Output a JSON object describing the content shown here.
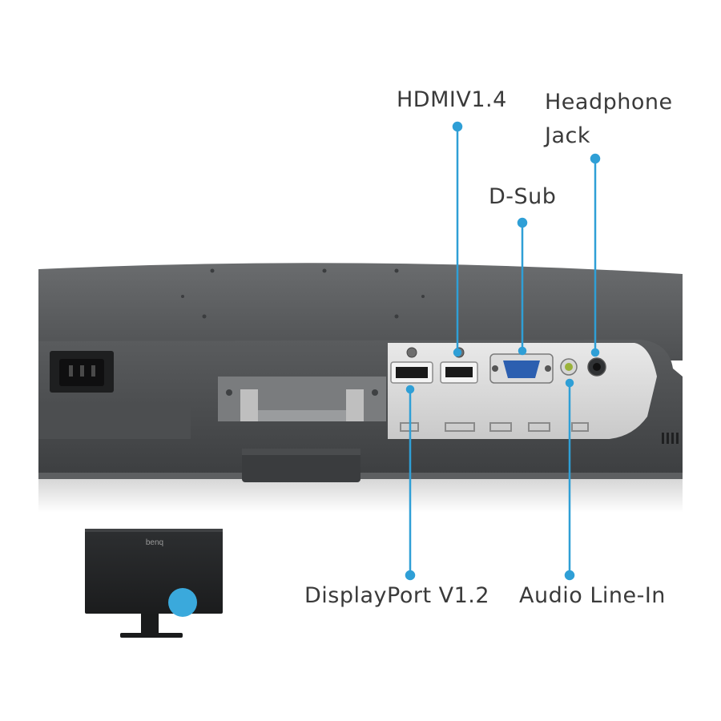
{
  "callouts": {
    "hdmi": "HDMIV1.4",
    "headphone": "Headphone\nJack",
    "dsub": "D-Sub",
    "displayport": "DisplayPort  V1.2",
    "audio_line_in": "Audio Line-In"
  },
  "thumbnail": {
    "brand": "benq"
  },
  "colors": {
    "callout_line": "#2f9fd6",
    "monitor_body": "#555759",
    "highlight": "#3aa9dc"
  }
}
